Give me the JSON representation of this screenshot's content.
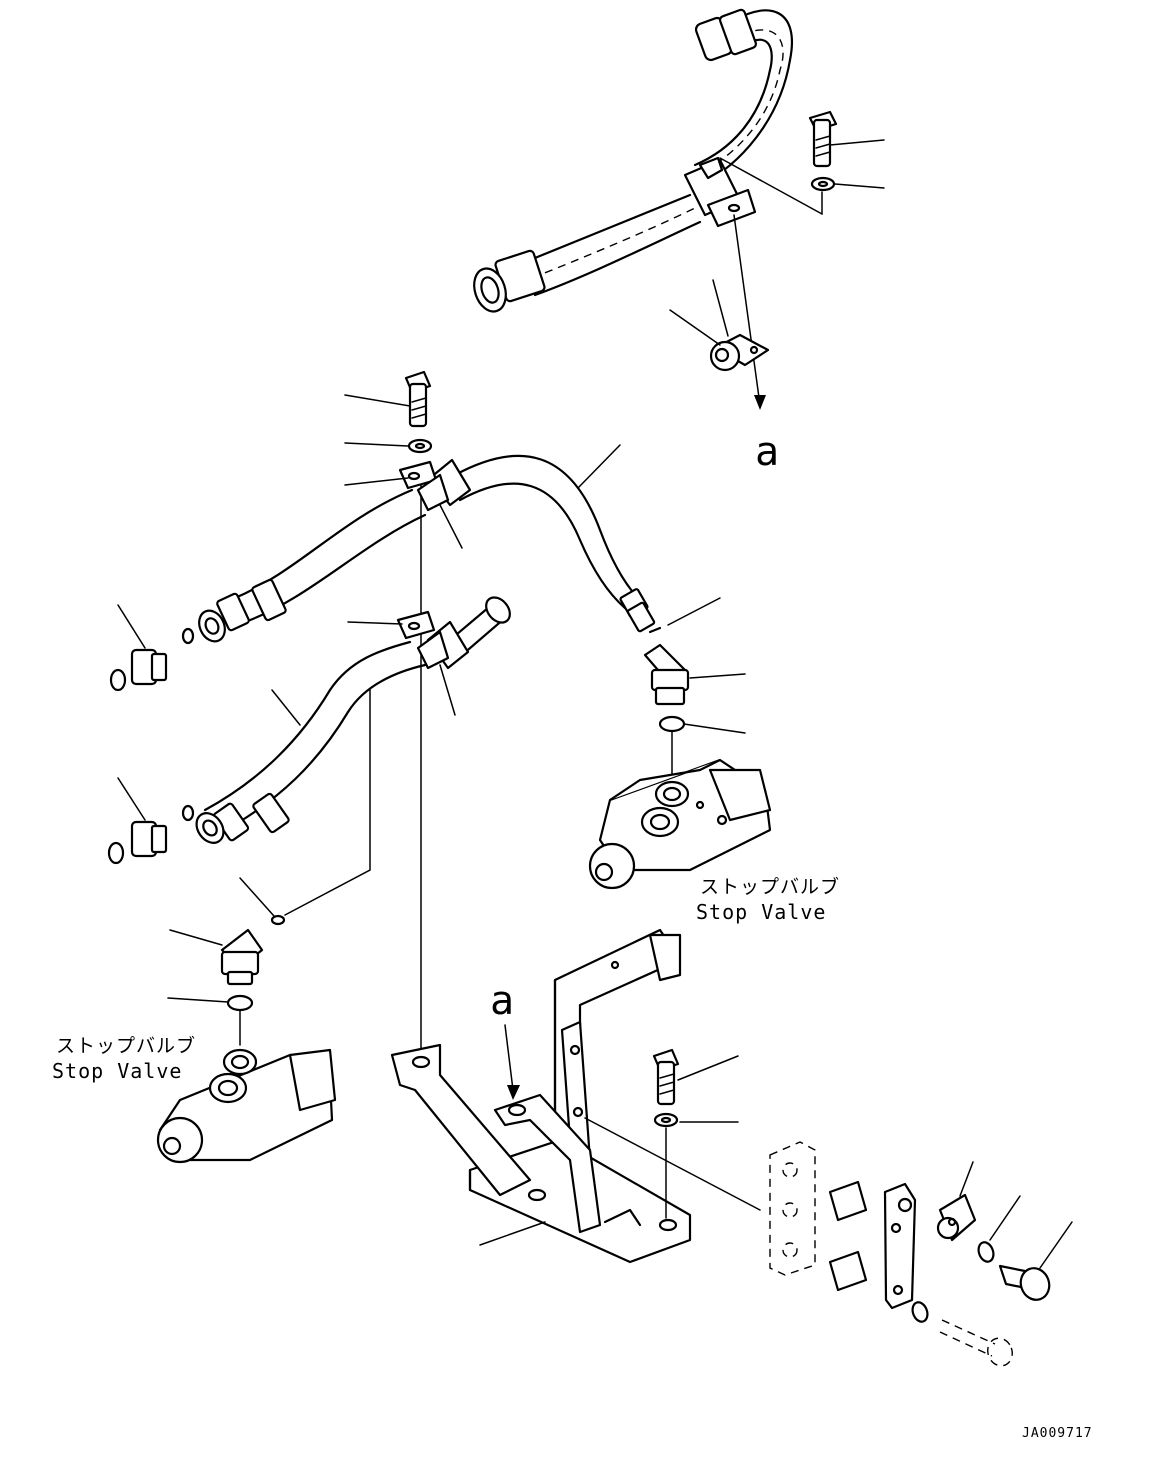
{
  "labels": {
    "detail_ref_top": "a",
    "detail_ref_bracket": "a",
    "stop_valve_right_jp": "ストップバルブ",
    "stop_valve_right_en": "Stop Valve",
    "stop_valve_left_jp": "ストップバルブ",
    "stop_valve_left_en": "Stop Valve",
    "drawing_code": "JA009717"
  }
}
